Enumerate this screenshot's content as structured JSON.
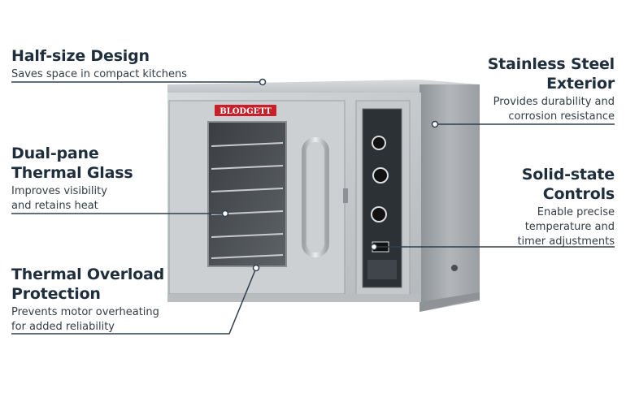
{
  "brand": {
    "logo_text": "BLODGETT"
  },
  "features": {
    "half_size": {
      "title": "Half-size Design",
      "desc": "Saves space in compact kitchens"
    },
    "stainless": {
      "title_1": "Stainless Steel",
      "title_2": "Exterior",
      "desc_1": "Provides durability and",
      "desc_2": "corrosion resistance"
    },
    "dual_pane": {
      "title_1": "Dual-pane",
      "title_2": "Thermal Glass",
      "desc_1": "Improves visibility",
      "desc_2": "and retains heat"
    },
    "solid_state": {
      "title_1": "Solid-state",
      "title_2": "Controls",
      "desc_1": "Enable precise",
      "desc_2": "temperature and",
      "desc_3": "timer adjustments"
    },
    "thermal_overload": {
      "title_1": "Thermal Overload",
      "title_2": "Protection",
      "desc_1": "Prevents motor overheating",
      "desc_2": "for added reliability"
    }
  },
  "colors": {
    "title": "#1f2e3c",
    "text": "#333d47",
    "line": "#2e3f4e",
    "steel": "#c9ccce"
  }
}
